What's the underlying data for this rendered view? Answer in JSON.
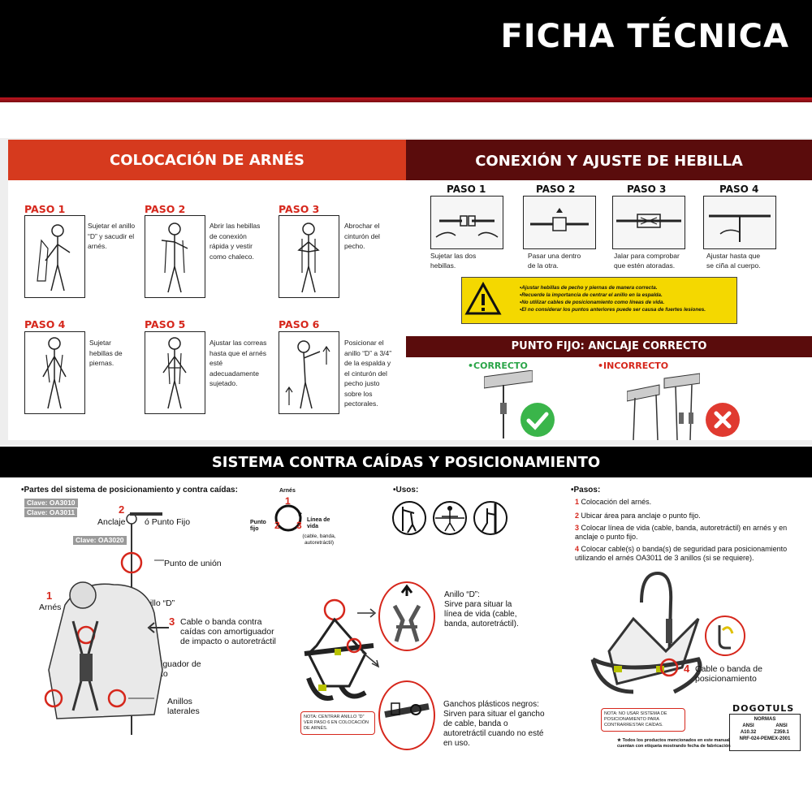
{
  "header": {
    "title": "FICHA TÉCNICA"
  },
  "colocacion": {
    "title": "COLOCACIÓN DE ARNÉS",
    "steps": [
      {
        "label": "PASO 1",
        "text": "Sujetar el anillo “D” y sacudir el arnés."
      },
      {
        "label": "PASO 2",
        "text": "Abrir las hebillas de conexión rápida y vestir como chaleco."
      },
      {
        "label": "PASO 3",
        "text": "Abrochar el cinturón del pecho."
      },
      {
        "label": "PASO 4",
        "text": "Sujetar hebillas de piernas."
      },
      {
        "label": "PASO 5",
        "text": "Ajustar las correas hasta que el arnés esté adecuadamente sujetado."
      },
      {
        "label": "PASO 6",
        "text": "Posicionar el anillo “D” a 3/4” de la espalda y el cinturón del pecho justo sobre los pectorales."
      }
    ]
  },
  "conexion": {
    "title": "CONEXIÓN Y AJUSTE DE HEBILLA",
    "steps": [
      {
        "label": "PASO 1",
        "text": "Sujetar las dos hebillas."
      },
      {
        "label": "PASO 2",
        "text": "Pasar una dentro de la otra."
      },
      {
        "label": "PASO 3",
        "text": "Jalar para comprobar que estén atoradas."
      },
      {
        "label": "PASO 4",
        "text": "Ajustar hasta que se ciña al cuerpo."
      }
    ],
    "warnings": [
      "•Ajustar hebillas de pecho y piernas de manera correcta.",
      "•Recuerde la importancia de centrar el anillo en la espalda.",
      "•No utilizar cables de posicionamiento como líneas de vida.",
      "•El no considerar los puntos anteriores puede ser causa de fuertes lesiones."
    ]
  },
  "punto_fijo": {
    "title": "PUNTO FIJO: ANCLAJE CORRECTO",
    "correcto": "•CORRECTO",
    "incorrecto": "•INCORRECTO"
  },
  "sistema": {
    "title": "SISTEMA CONTRA CAÍDAS Y POSICIONAMIENTO",
    "partes_title": "•Partes del sistema de posicionamiento y contra caídas:",
    "claves": [
      "Clave: OA3010",
      "Clave: OA3011",
      "Clave: OA3020"
    ],
    "n1": "1",
    "arnes": "Arnés",
    "n2": "2",
    "anclaje": "Anclaje",
    "punto_fijo": "ó Punto Fijo",
    "punto_union": "Punto de unión",
    "anillo_d": "Anillo “D”",
    "n3": "3",
    "cable": "Cable o banda contra caídas con amortiguador de impacto o autoretráctil",
    "amortiguador": "Amortiguador de impacto",
    "anillos_laterales": "Anillos laterales",
    "cycle": {
      "arnes": "Arnés",
      "n1": "1",
      "punto": "Punto fijo",
      "n2": "2",
      "n3": "3",
      "linea": "Línea de vida",
      "linea_sub": "(cable, banda, autoretráctil)"
    },
    "usos_title": "•Usos:",
    "anillo_d_title": "Anillo “D”:",
    "anillo_d_desc": "Sirve para situar la línea de vida (cable, banda, autoretráctil).",
    "ganchos_title": "Ganchos plásticos negros:",
    "ganchos_desc": "Sirven para situar el gancho de cable, banda o autoretráctil cuando no esté en uso.",
    "nota_centrar": "NOTA: CENTRAR ANILLO “D” VER PASO 6 EN COLOCACIÓN DE ARNÉS.",
    "pasos_title": "•Pasos:",
    "pasos": [
      {
        "n": "1",
        "text": "Colocación del arnés."
      },
      {
        "n": "2",
        "text": "Ubicar área para anclaje o punto fijo."
      },
      {
        "n": "3",
        "text": "Colocar línea de vida (cable, banda, autoretráctil) en arnés y en anclaje o punto fijo."
      },
      {
        "n": "4",
        "text": "Colocar cable(s) o banda(s) de seguridad para posicionamiento utilizando el arnés OA3011 de 3 anillos (si se requiere)."
      }
    ],
    "n4": "4",
    "cable_pos": "Cable o banda de posicionamiento",
    "nota_no_usar": "NOTA: NO USAR SISTEMA DE POSICIONAMIENTO PARA CONTRARRESTAR CAÍDAS.",
    "brand": "DOGOTULS",
    "normas_title": "NORMAS",
    "normas": [
      "ANSI A10.32",
      "ANSI Z359.1",
      "NRF-024-PEMEX-2001"
    ],
    "footnote": "★ Todos los productos mencionados en este manual cuentan con etiqueta mostrando fecha de fabricación"
  }
}
